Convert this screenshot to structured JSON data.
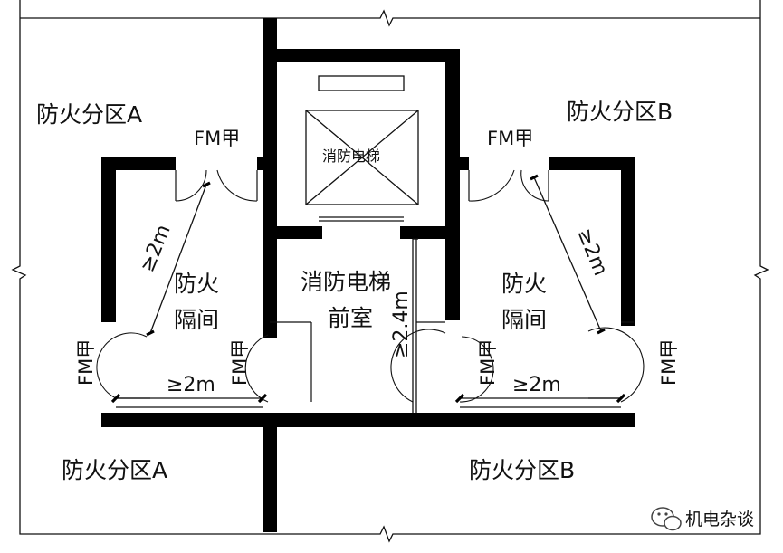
{
  "labels": {
    "zone_a_top": "防火分区A",
    "zone_b_top": "防火分区B",
    "zone_a_bottom": "防火分区A",
    "zone_b_bottom": "防火分区B",
    "elevator": "消防电梯",
    "lobby_line1": "消防电梯",
    "lobby_line2": "前室",
    "partition_left_1": "防火",
    "partition_left_2": "隔间",
    "partition_right_1": "防火",
    "partition_right_2": "隔间"
  },
  "doors": {
    "left_top": "FM甲",
    "right_top": "FM甲",
    "left_side": "FM甲",
    "left_inner": "FM甲",
    "right_inner": "FM甲",
    "right_side": "FM甲"
  },
  "dimensions": {
    "left_diagonal": "≥2m",
    "left_bottom": "≥2m",
    "lobby_diagonal": "≥2.4m",
    "right_diagonal": "≥2m",
    "right_bottom": "≥2m"
  },
  "watermark": {
    "icon": "wechat-icon",
    "text": "机电杂谈"
  }
}
